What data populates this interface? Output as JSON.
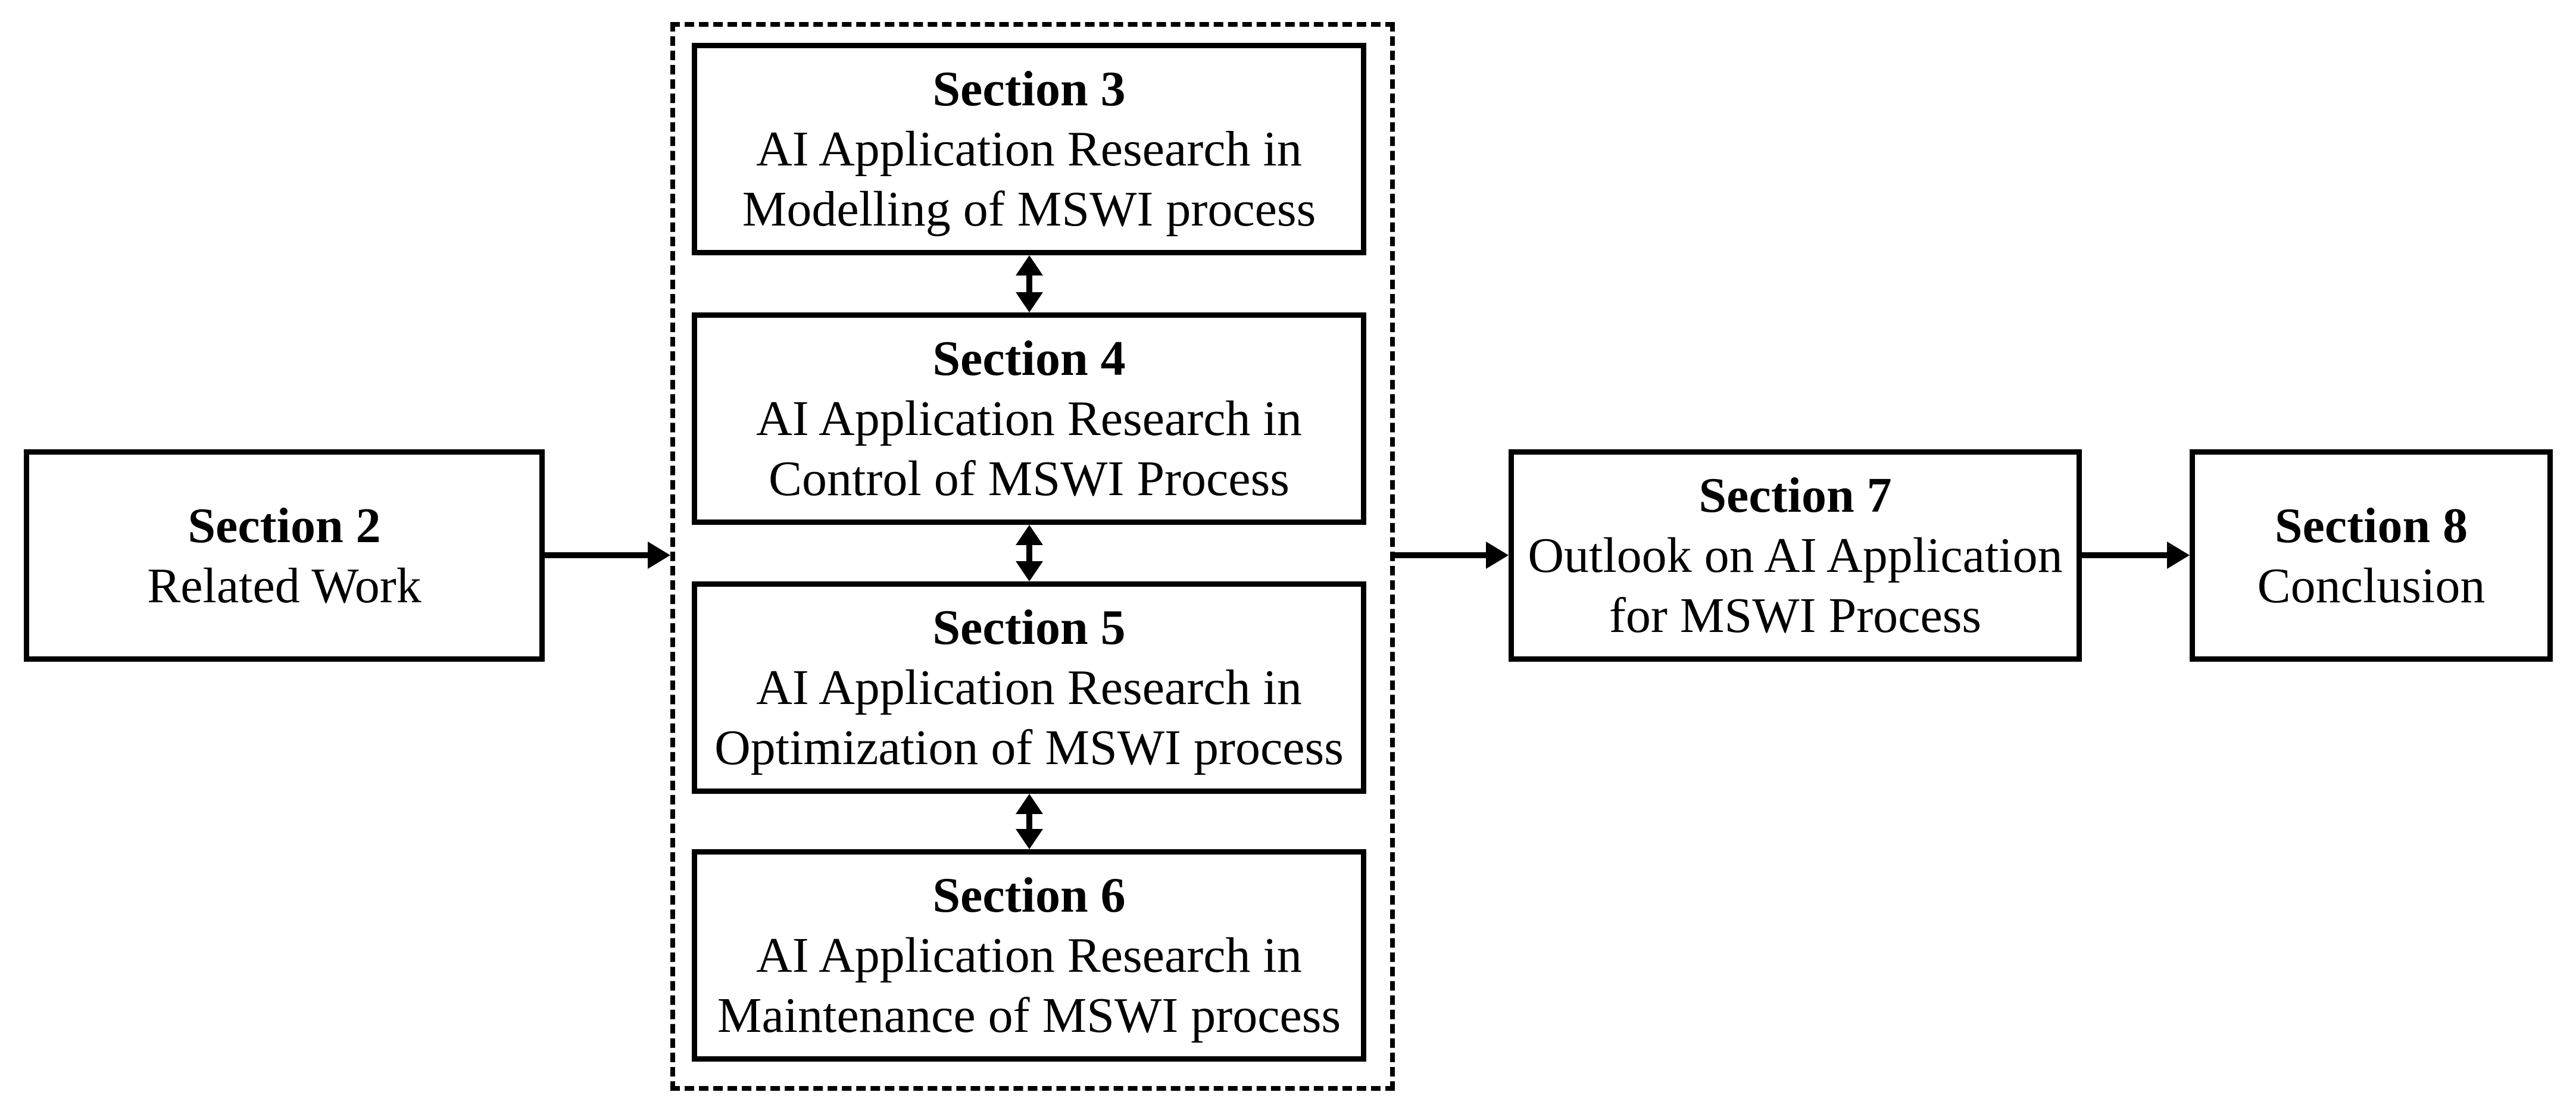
{
  "figure": {
    "colors": {
      "ink": "#000000",
      "background": "#ffffff"
    },
    "boxes": [
      {
        "title": "Section 2",
        "lines": [
          "Related Work"
        ]
      },
      {
        "title": "Section 3",
        "lines": [
          "AI Application Research in",
          "Modelling of MSWI process"
        ]
      },
      {
        "title": "Section 4",
        "lines": [
          "AI Application Research in",
          "Control of MSWI Process"
        ]
      },
      {
        "title": "Section 5",
        "lines": [
          "AI Application Research in",
          "Optimization of MSWI process"
        ]
      },
      {
        "title": "Section 6",
        "lines": [
          "AI Application Research in",
          "Maintenance of MSWI process"
        ]
      },
      {
        "title": "Section 7",
        "lines": [
          "Outlook on AI Application",
          "for MSWI Process"
        ]
      },
      {
        "title": "Section 8",
        "lines": [
          "Conclusion"
        ]
      }
    ]
  }
}
